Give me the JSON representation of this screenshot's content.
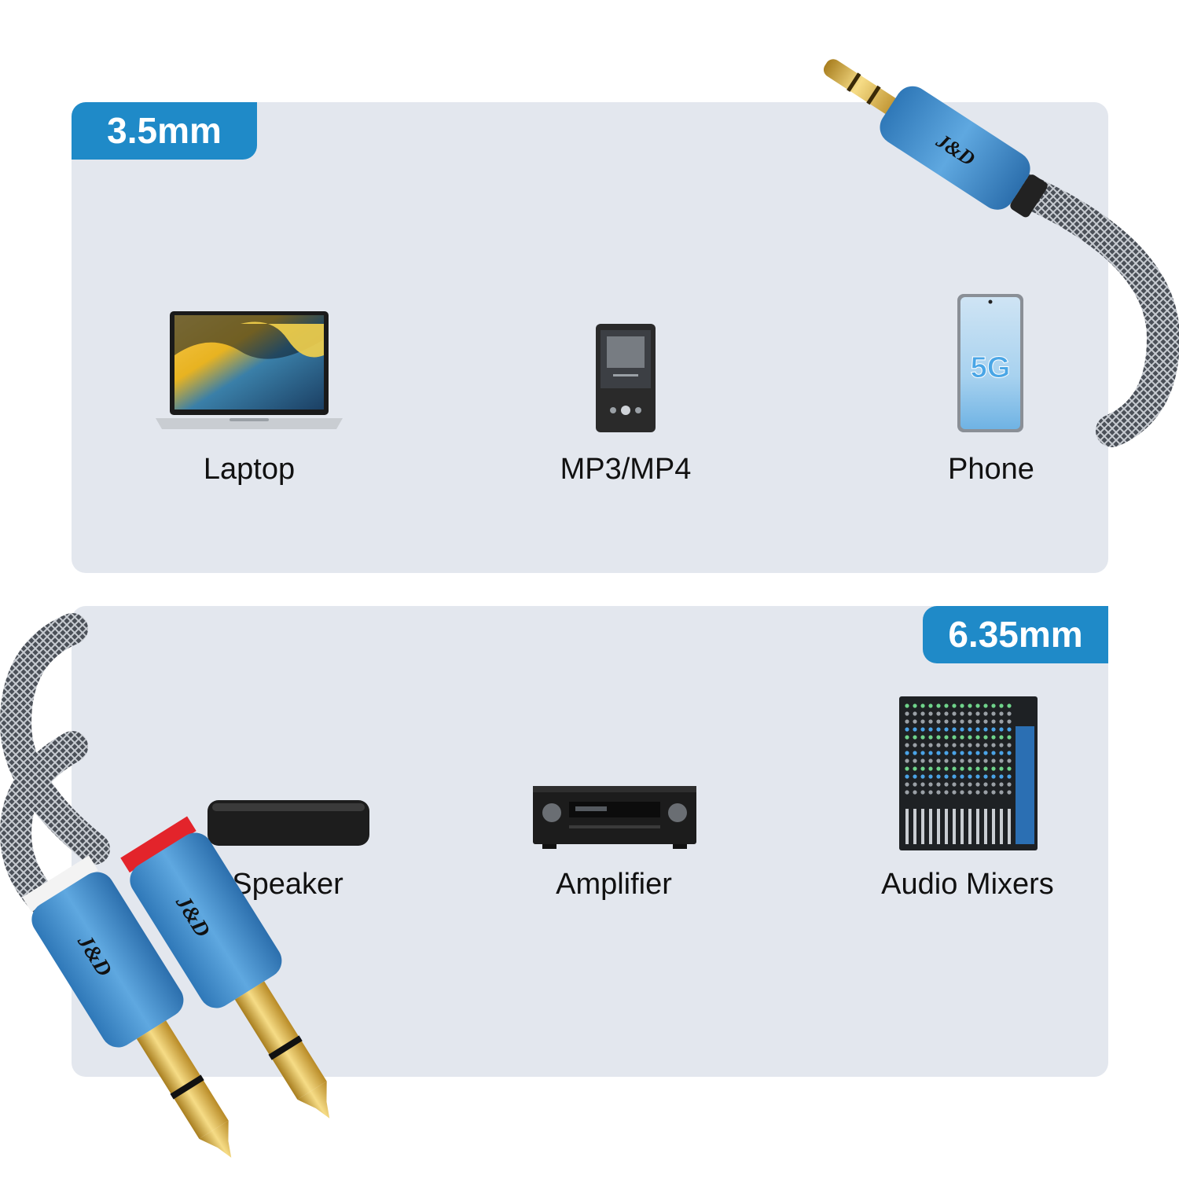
{
  "top_panel": {
    "badge": "3.5mm",
    "devices": [
      {
        "label": "Laptop",
        "icon": "laptop-icon"
      },
      {
        "label": "MP3/MP4",
        "icon": "music-player-icon"
      },
      {
        "label": "Phone",
        "icon": "phone-icon"
      }
    ]
  },
  "bottom_panel": {
    "badge": "6.35mm",
    "devices": [
      {
        "label": "Speaker",
        "icon": "speaker-icon"
      },
      {
        "label": "Amplifier",
        "icon": "amplifier-icon"
      },
      {
        "label": "Audio Mixers",
        "icon": "audio-mixer-icon"
      }
    ]
  },
  "brand_logo_text": "J&D",
  "phone_screen_text": "5G",
  "colors": {
    "accent": "#1f8ac8",
    "panel": "#e3e7ee",
    "connector_blue": "#3d8fd0",
    "gold": "#d9b24a",
    "braid": "#5a5f66"
  }
}
